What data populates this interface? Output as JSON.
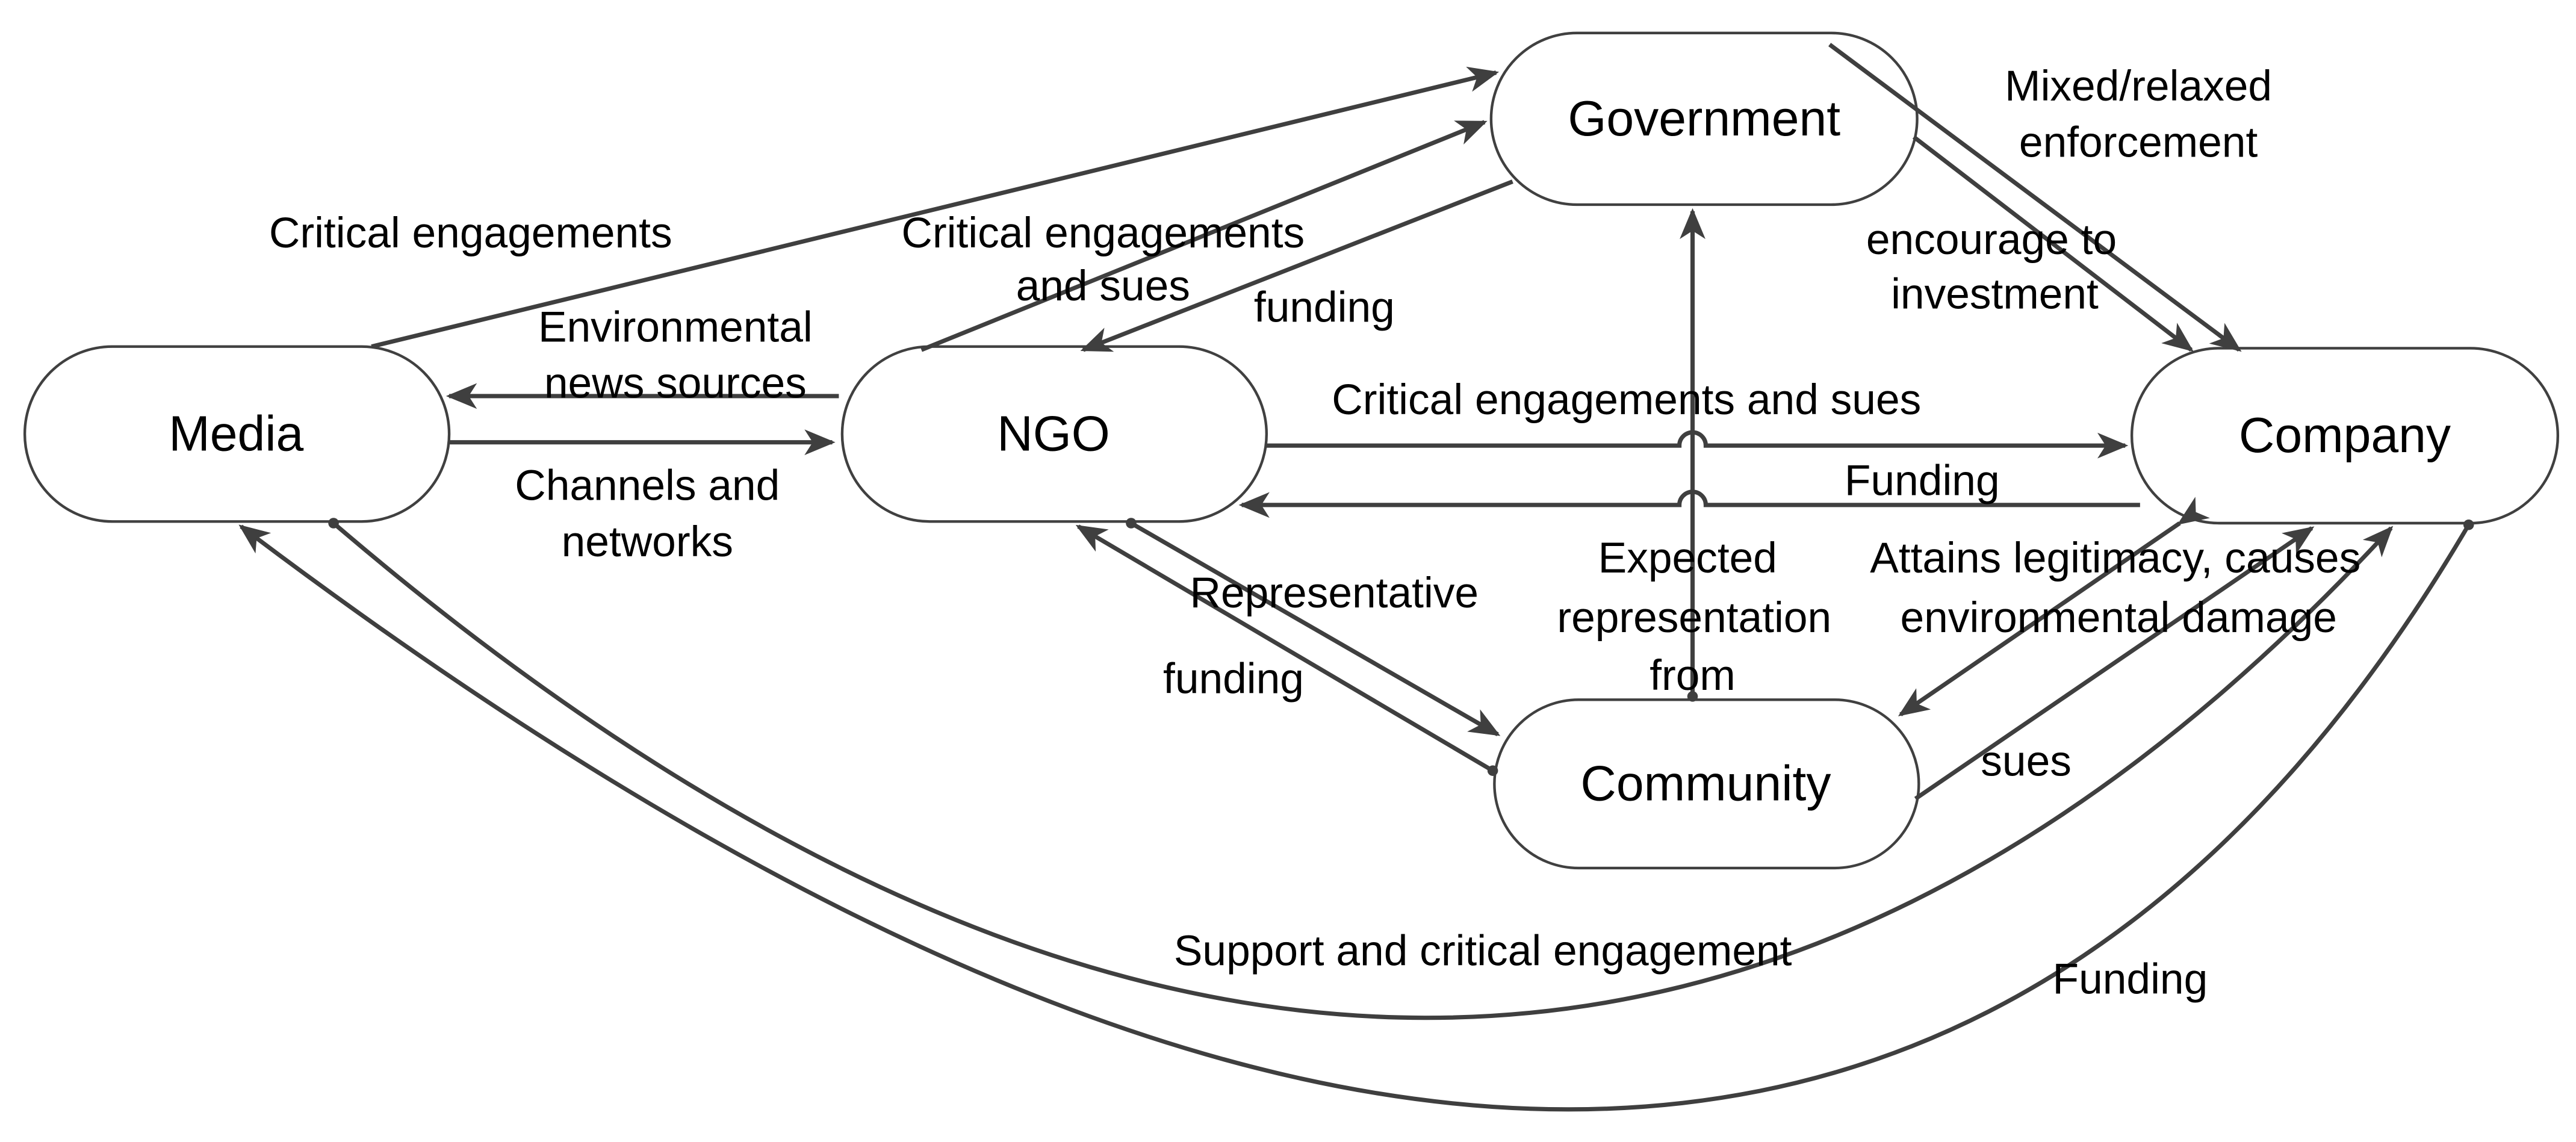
{
  "diagram": {
    "type": "directed-relationship-diagram",
    "colors": {
      "line": "#3f3f3f",
      "node_border": "#404040",
      "node_fill": "#ffffff",
      "text": "#000000",
      "background": "#ffffff"
    },
    "nodes": {
      "media": {
        "label": "Media"
      },
      "ngo": {
        "label": "NGO"
      },
      "government": {
        "label": "Government"
      },
      "community": {
        "label": "Community"
      },
      "company": {
        "label": "Company"
      }
    },
    "edges": [
      {
        "from": "Media",
        "to": "Government",
        "label": "Critical engagements"
      },
      {
        "from": "NGO",
        "to": "Media",
        "label": "Environmental news sources"
      },
      {
        "from": "Media",
        "to": "NGO",
        "label": "Channels and networks"
      },
      {
        "from": "NGO",
        "to": "Government",
        "label": "Critical engagements and sues"
      },
      {
        "from": "Government",
        "to": "NGO",
        "label": "funding"
      },
      {
        "from": "Government",
        "to": "Company",
        "label": "Mixed/relaxed enforcement"
      },
      {
        "from": "Government",
        "to": "Company",
        "label": "encourage to investment"
      },
      {
        "from": "NGO",
        "to": "Company",
        "label": "Critical engagements and sues"
      },
      {
        "from": "Company",
        "to": "NGO",
        "label": "Funding"
      },
      {
        "from": "Community",
        "to": "Government",
        "label": "Expected representation from"
      },
      {
        "from": "Company",
        "to": "Community",
        "label": "Attains legitimacy, causes environmental damage"
      },
      {
        "from": "Community",
        "to": "Company",
        "label": "sues"
      },
      {
        "from": "Community",
        "to": "NGO",
        "label": "Representative"
      },
      {
        "from": "NGO",
        "to": "Community",
        "label": "funding"
      },
      {
        "from": "Media",
        "to": "Company",
        "label": "Support and critical engagement"
      },
      {
        "from": "Company",
        "to": "Media",
        "label": "Funding"
      }
    ],
    "labels": {
      "critical_engagements": "Critical engagements",
      "env_news_line1": "Environmental",
      "env_news_line2": "news sources",
      "channels_line1": "Channels and",
      "channels_line2": "networks",
      "crit_sues_line1": "Critical engagements",
      "crit_sues_line2": "and sues",
      "funding_gov_ngo": "funding",
      "mixed_line1": "Mixed/relaxed",
      "mixed_line2": "enforcement",
      "encourage_line1": "encourage to",
      "encourage_line2": "investment",
      "crit_sues_mid": "Critical engagements and sues",
      "funding_company_ngo": "Funding",
      "expected_line1": "Expected",
      "expected_line2": "representation",
      "expected_line3": "from",
      "attains_line1": "Attains legitimacy, causes",
      "attains_line2": "environmental damage",
      "representative": "Representative",
      "funding_ngo_community": "funding",
      "sues": "sues",
      "support_critical": "Support and critical engagement",
      "funding_company_media": "Funding"
    }
  }
}
